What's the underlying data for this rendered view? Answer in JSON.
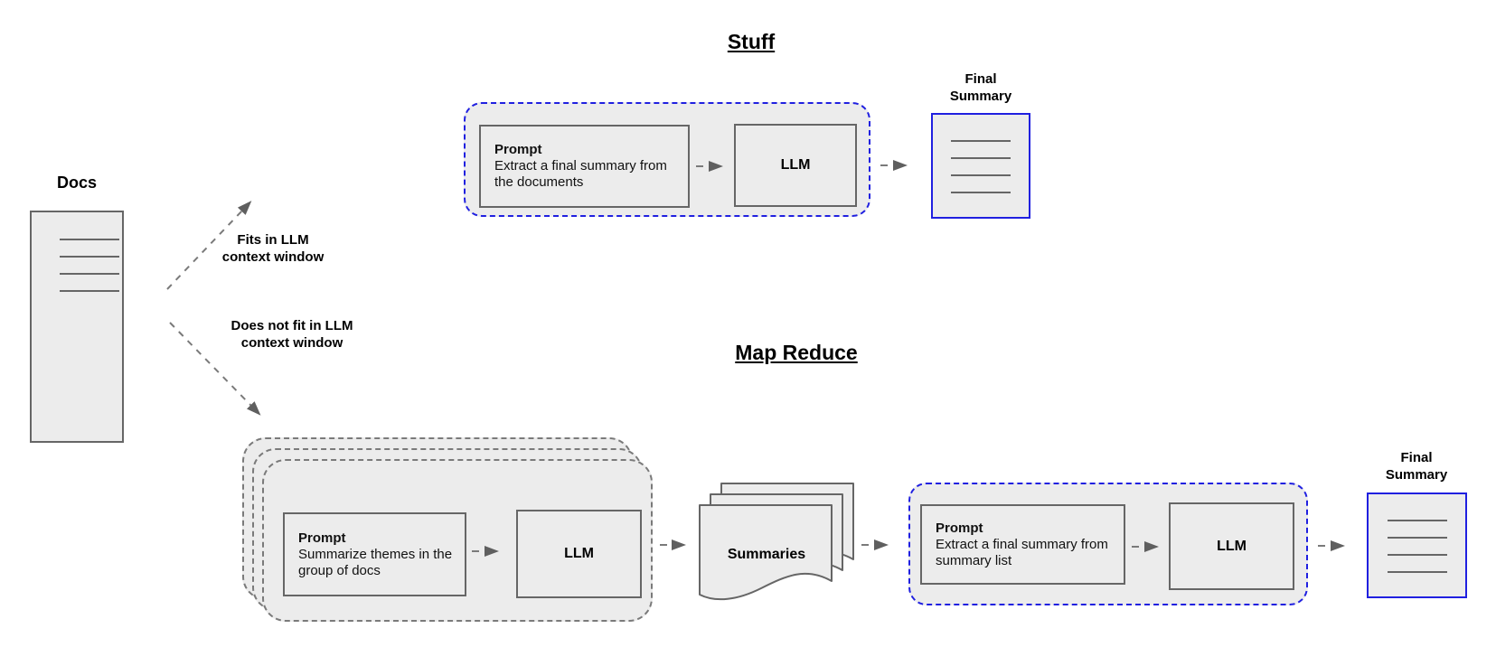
{
  "colors": {
    "accent_blue": "#2020e0",
    "box_fill": "#ececec",
    "border_gray": "#666666",
    "dash_gray": "#7a7a7a"
  },
  "docs": {
    "label": "Docs"
  },
  "branches": {
    "fits_line1": "Fits in LLM",
    "fits_line2": "context window",
    "not_fit_line1": "Does not fit in LLM",
    "not_fit_line2": "context window"
  },
  "stuff": {
    "title": "Stuff",
    "prompt": {
      "title": "Prompt",
      "body": "Extract a final summary from the documents"
    },
    "llm": "LLM",
    "final_summary": {
      "line1": "Final",
      "line2": "Summary"
    }
  },
  "map_reduce": {
    "title": "Map Reduce",
    "map_prompt": {
      "title": "Prompt",
      "body": "Summarize themes in the group of docs"
    },
    "map_llm": "LLM",
    "summaries": "Summaries",
    "reduce_prompt": {
      "title": "Prompt",
      "body": "Extract a final summary from summary list"
    },
    "reduce_llm": "LLM",
    "final_summary": {
      "line1": "Final",
      "line2": "Summary"
    }
  }
}
